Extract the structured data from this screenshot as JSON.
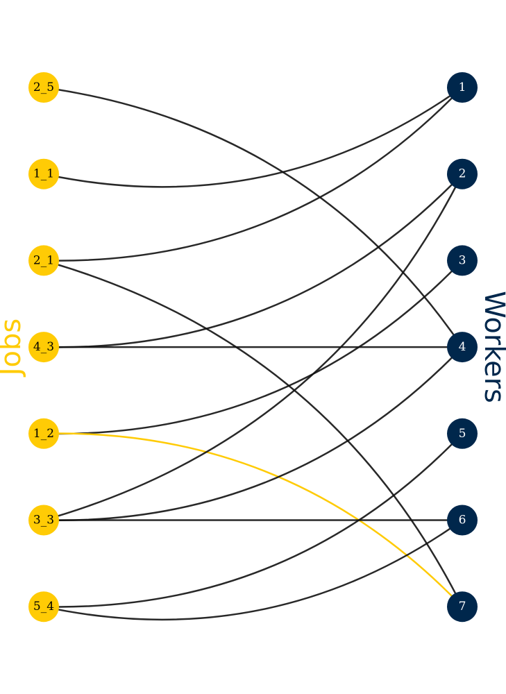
{
  "labels": {
    "jobs": "Jobs",
    "workers": "Workers"
  },
  "colors": {
    "jobs": "#FFCB05",
    "workers": "#00274C",
    "edge": "#111111",
    "highlight_edge": "#FFCB05",
    "job_text": "#000000",
    "worker_text": "#ffffff"
  },
  "jobs": [
    "2_5",
    "1_1",
    "2_1",
    "4_3",
    "1_2",
    "3_3",
    "5_4"
  ],
  "workers": [
    "1",
    "2",
    "3",
    "4",
    "5",
    "6",
    "7"
  ],
  "edges": [
    {
      "job": "2_5",
      "worker": "4",
      "highlight": false
    },
    {
      "job": "1_1",
      "worker": "1",
      "highlight": false
    },
    {
      "job": "2_1",
      "worker": "1",
      "highlight": false
    },
    {
      "job": "2_1",
      "worker": "7",
      "highlight": false
    },
    {
      "job": "4_3",
      "worker": "2",
      "highlight": false
    },
    {
      "job": "4_3",
      "worker": "4",
      "highlight": false
    },
    {
      "job": "1_2",
      "worker": "3",
      "highlight": false
    },
    {
      "job": "1_2",
      "worker": "7",
      "highlight": true
    },
    {
      "job": "3_3",
      "worker": "2",
      "highlight": false
    },
    {
      "job": "3_3",
      "worker": "4",
      "highlight": false
    },
    {
      "job": "3_3",
      "worker": "6",
      "highlight": false
    },
    {
      "job": "5_4",
      "worker": "5",
      "highlight": false
    },
    {
      "job": "5_4",
      "worker": "6",
      "highlight": false
    }
  ]
}
